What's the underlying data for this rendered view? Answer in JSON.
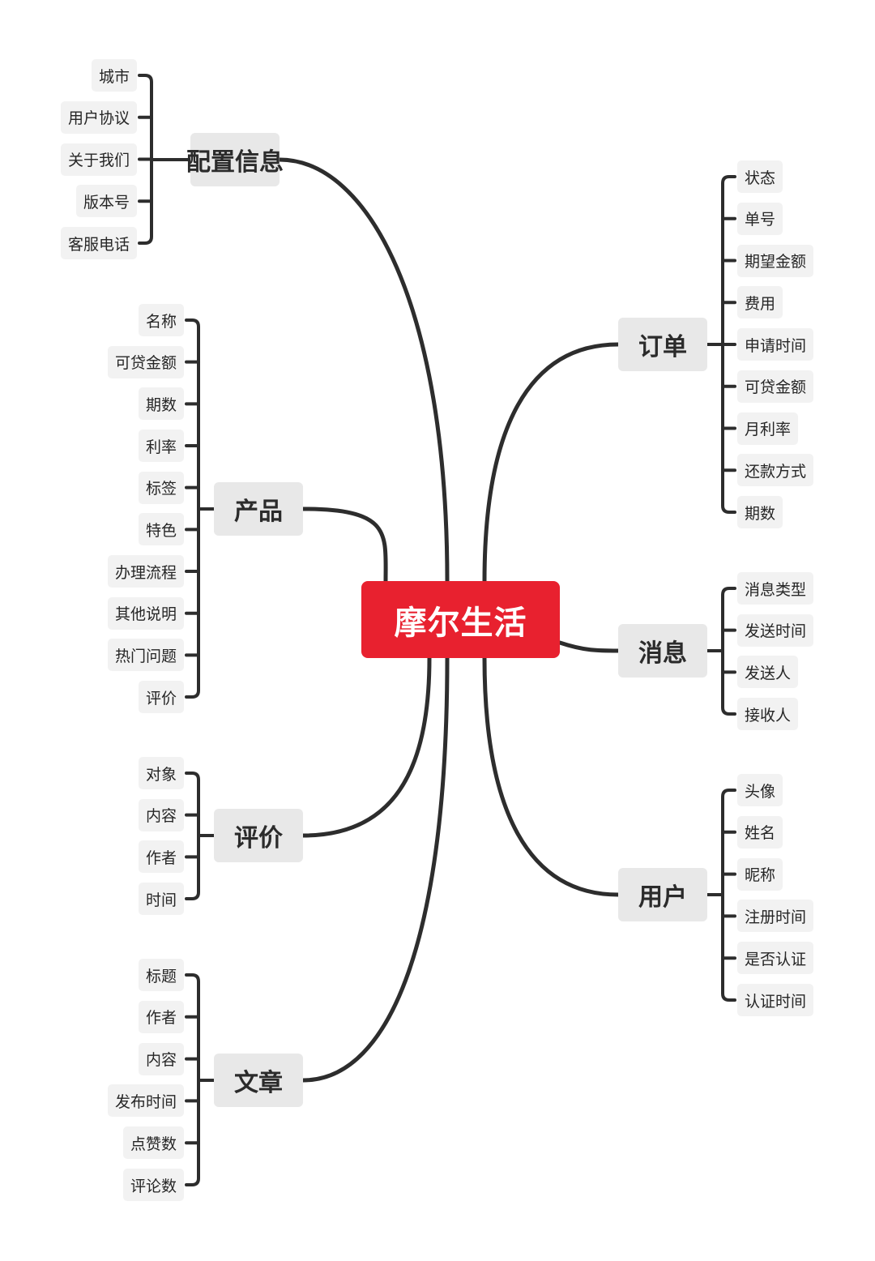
{
  "colors": {
    "root_bg": "#e8212f",
    "line": "#2d2d2d"
  },
  "root": {
    "label": "摩尔生活"
  },
  "branches": [
    {
      "id": "config",
      "label": "配置信息",
      "side": "left",
      "items": [
        "城市",
        "用户协议",
        "关于我们",
        "版本号",
        "客服电话"
      ]
    },
    {
      "id": "product",
      "label": "产品",
      "side": "left",
      "items": [
        "名称",
        "可贷金额",
        "期数",
        "利率",
        "标签",
        "特色",
        "办理流程",
        "其他说明",
        "热门问题",
        "评价"
      ]
    },
    {
      "id": "review",
      "label": "评价",
      "side": "left",
      "items": [
        "对象",
        "内容",
        "作者",
        "时间"
      ]
    },
    {
      "id": "article",
      "label": "文章",
      "side": "left",
      "items": [
        "标题",
        "作者",
        "内容",
        "发布时间",
        "点赞数",
        "评论数"
      ]
    },
    {
      "id": "order",
      "label": "订单",
      "side": "right",
      "items": [
        "状态",
        "单号",
        "期望金额",
        "费用",
        "申请时间",
        "可贷金额",
        "月利率",
        "还款方式",
        "期数"
      ]
    },
    {
      "id": "message",
      "label": "消息",
      "side": "right",
      "items": [
        "消息类型",
        "发送时间",
        "发送人",
        "接收人"
      ]
    },
    {
      "id": "user",
      "label": "用户",
      "side": "right",
      "items": [
        "头像",
        "姓名",
        "昵称",
        "注册时间",
        "是否认证",
        "认证时间"
      ]
    }
  ]
}
